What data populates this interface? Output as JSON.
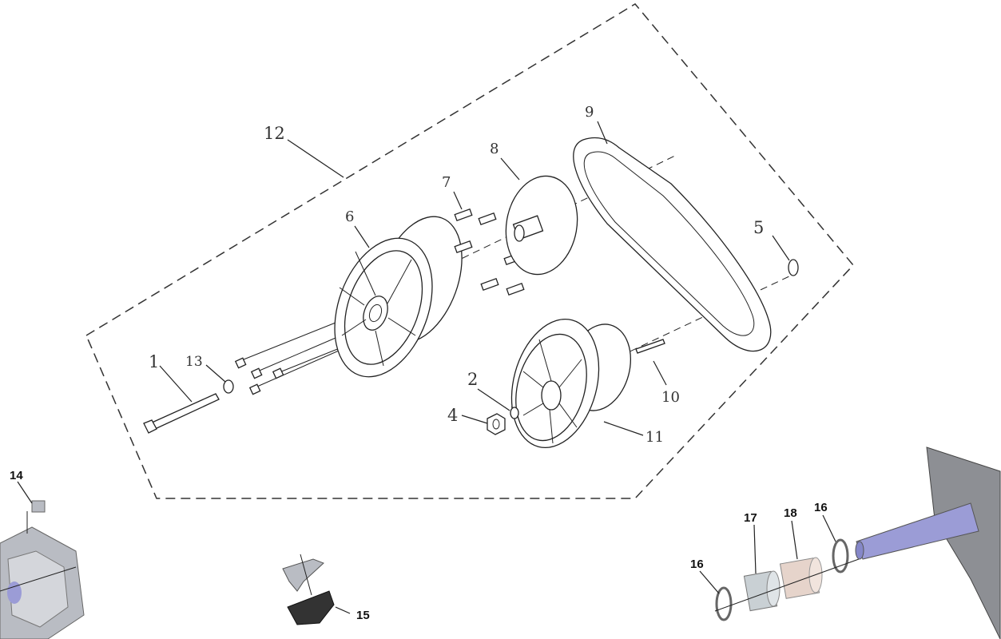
{
  "callouts": {
    "c1": "1",
    "c2": "2",
    "c4": "4",
    "c5": "5",
    "c6": "6",
    "c7": "7",
    "c8": "8",
    "c9": "9",
    "c10": "10",
    "c11": "11",
    "c12": "12",
    "c13": "13",
    "c14": "14",
    "c15": "15",
    "c16a": "16",
    "c16b": "16",
    "c17": "17",
    "c18": "18"
  },
  "colors": {
    "line": "#222222",
    "gray_part": "#b9bcc3",
    "shaft_blue": "#9b9cd6",
    "bushing_pink": "#e6d4cb",
    "bushing_gray": "#c9d0d4"
  }
}
